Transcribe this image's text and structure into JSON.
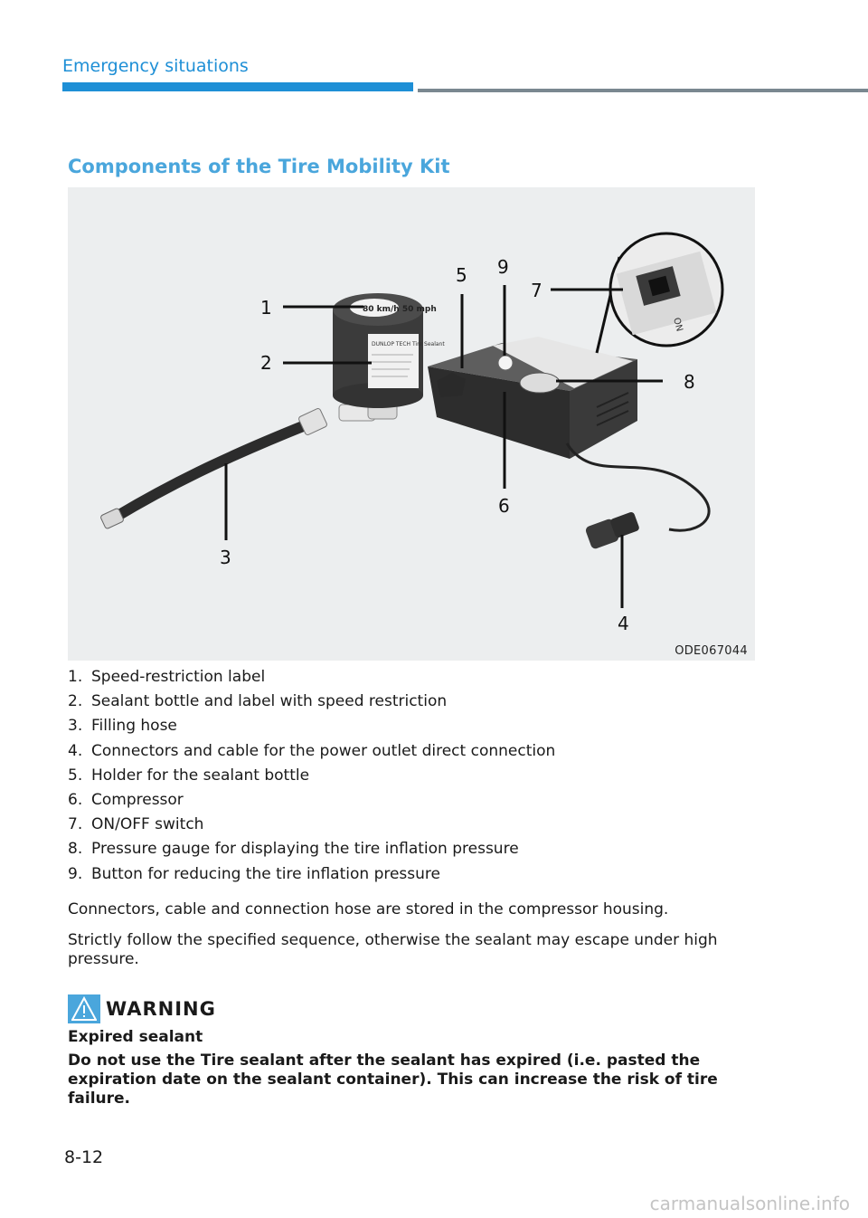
{
  "header": {
    "section": "Emergency situations"
  },
  "title": "Components of the Tire Mobility Kit",
  "figure": {
    "code": "ODE067044",
    "callouts": [
      "1",
      "2",
      "3",
      "4",
      "5",
      "6",
      "7",
      "8",
      "9"
    ],
    "bottle_label": "DUNLOP TECH Tire Sealant",
    "speed_label": "80 km/h 50 mph",
    "switch_text": "ON"
  },
  "components": [
    {
      "num": "1.",
      "text": "Speed-restriction label"
    },
    {
      "num": "2.",
      "text": "Sealant bottle and label with speed restriction"
    },
    {
      "num": "3.",
      "text": "Filling hose"
    },
    {
      "num": "4.",
      "text": "Connectors and cable for the power outlet direct connection"
    },
    {
      "num": "5.",
      "text": "Holder for the sealant bottle"
    },
    {
      "num": "6.",
      "text": "Compressor"
    },
    {
      "num": "7.",
      "text": "ON/OFF switch"
    },
    {
      "num": "8.",
      "text": "Pressure gauge for displaying the tire inflation pressure"
    },
    {
      "num": "9.",
      "text": "Button for reducing the tire inflation pressure"
    }
  ],
  "notes": [
    "Connectors, cable and connection hose are stored in the compressor housing.",
    "Strictly follow the specified sequence, otherwise the sealant may escape under high pressure."
  ],
  "warning": {
    "label": "WARNING",
    "subtitle": "Expired sealant",
    "body": "Do not use the Tire sealant after the sealant has expired (i.e. pasted the expiration date on the sealant container). This can increase the risk of tire failure."
  },
  "page_number": "8-12",
  "watermark": "carmanualsonline.info",
  "colors": {
    "accent": "#1e8fd6",
    "title": "#4aa6dc",
    "figure_bg": "#eceeef"
  }
}
